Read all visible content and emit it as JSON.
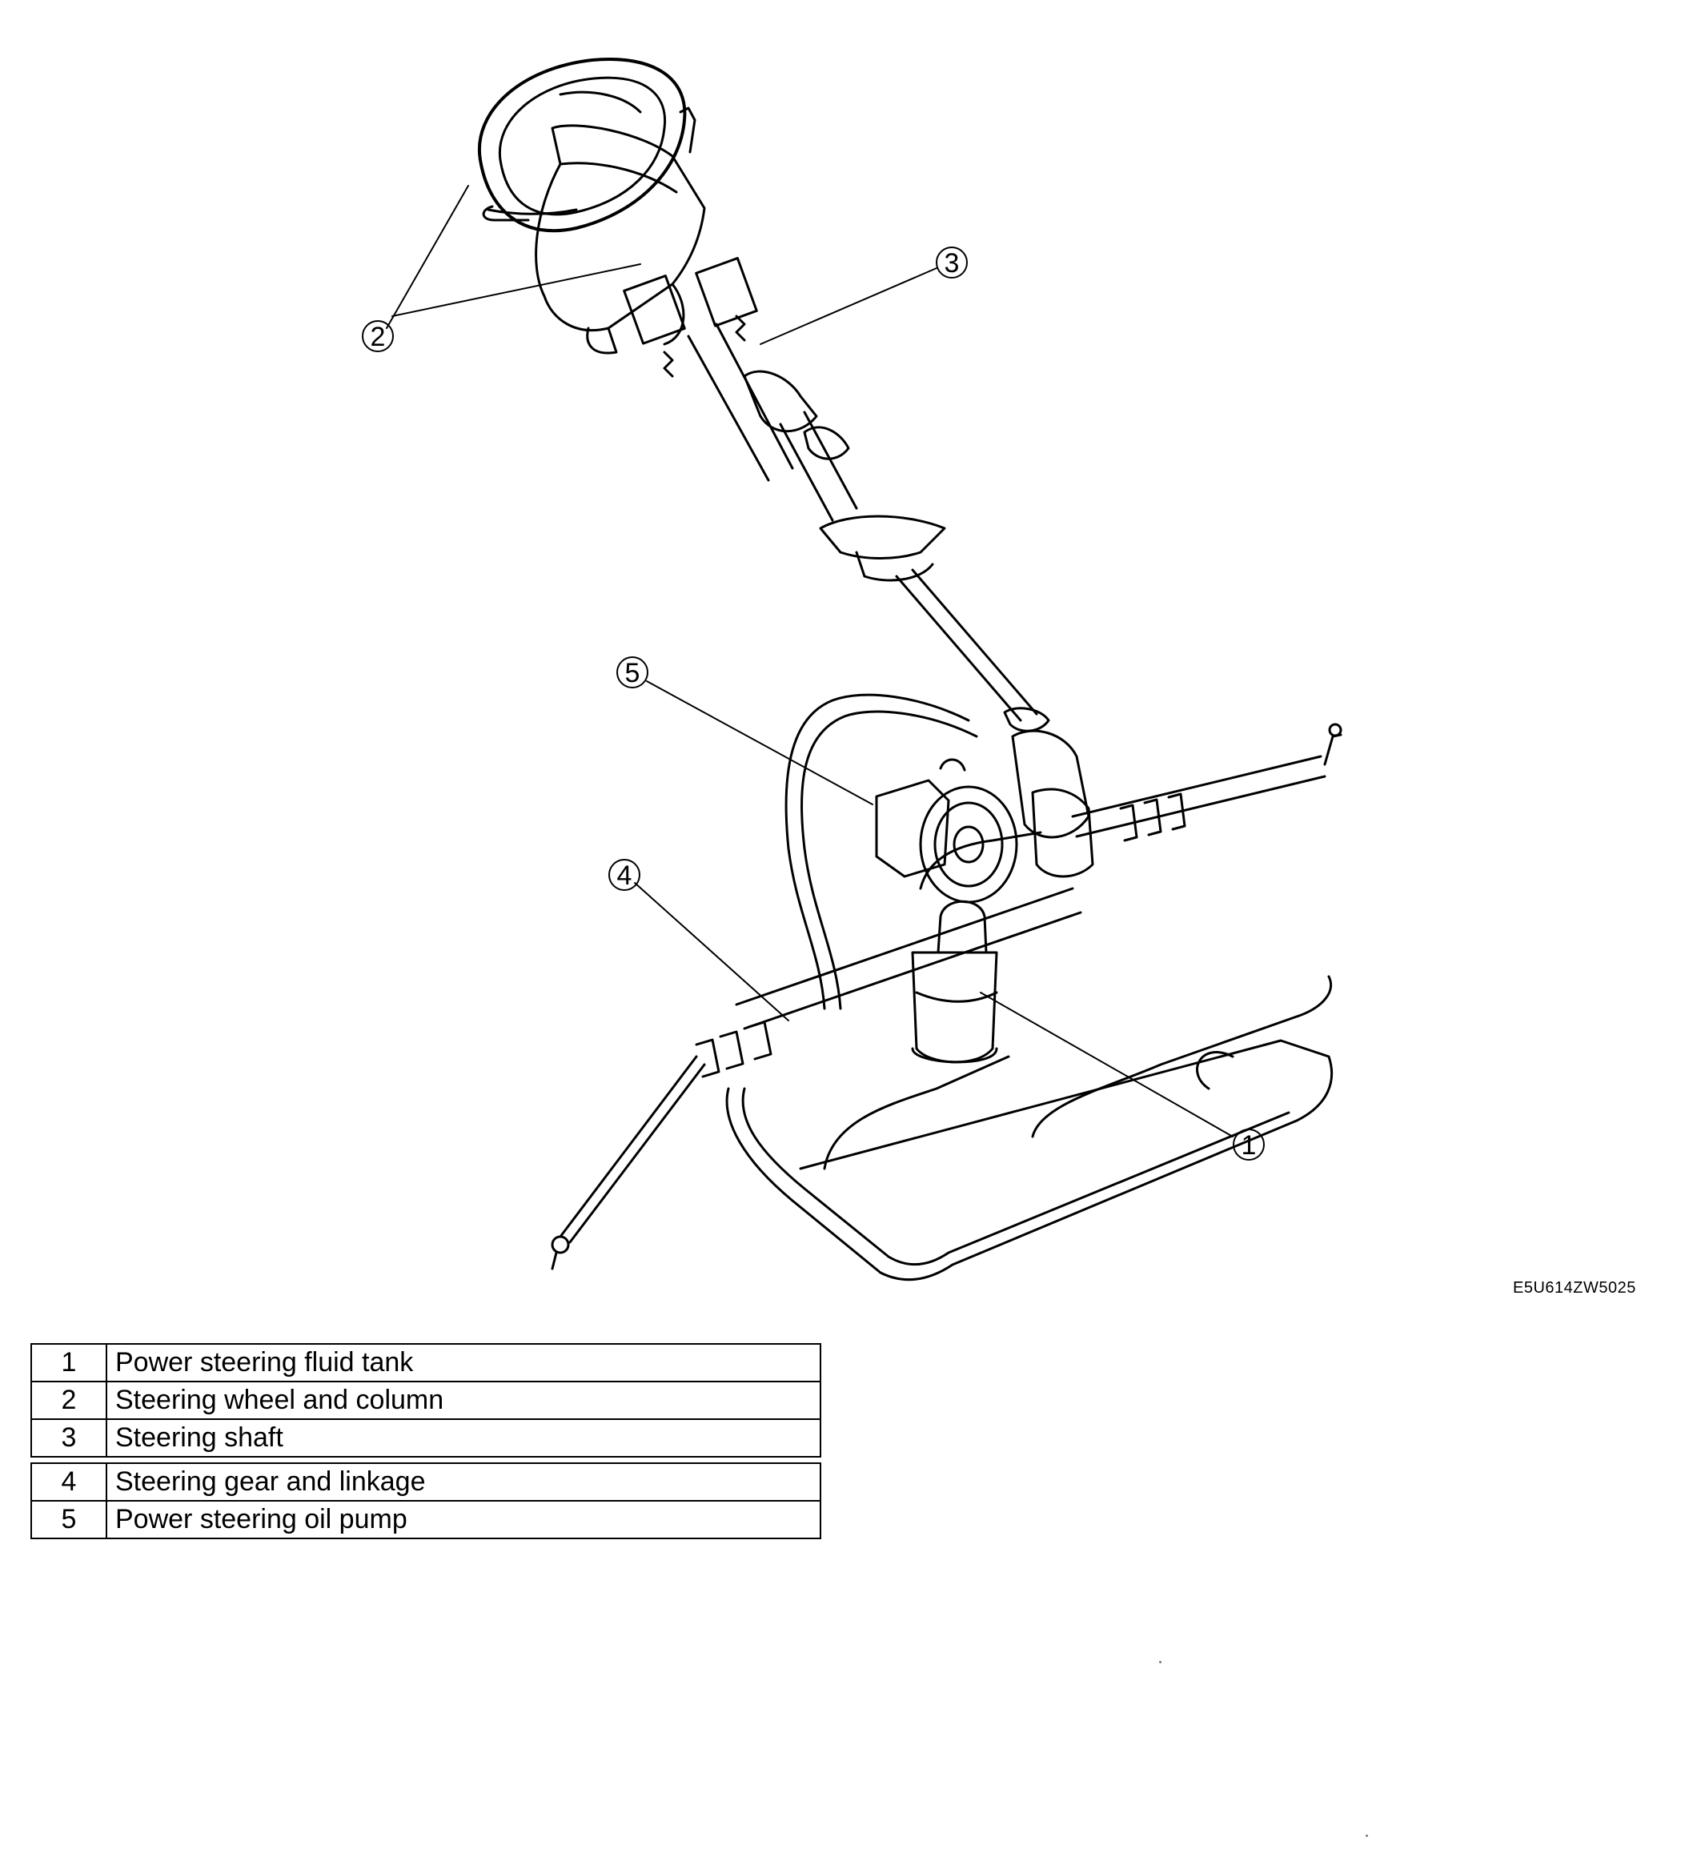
{
  "figure_code": "E5U614ZW5025",
  "callouts": [
    {
      "num": "1",
      "symbol": "①"
    },
    {
      "num": "2",
      "symbol": "②"
    },
    {
      "num": "3",
      "symbol": "③"
    },
    {
      "num": "4",
      "symbol": "④"
    },
    {
      "num": "5",
      "symbol": "⑤"
    }
  ],
  "legend": [
    {
      "num": "1",
      "label": "Power steering fluid tank"
    },
    {
      "num": "2",
      "label": "Steering wheel and column"
    },
    {
      "num": "3",
      "label": "Steering shaft"
    },
    {
      "num": "4",
      "label": "Steering gear and linkage"
    },
    {
      "num": "5",
      "label": "Power steering oil pump"
    }
  ],
  "colors": {
    "line": "#000000",
    "background": "#ffffff"
  }
}
